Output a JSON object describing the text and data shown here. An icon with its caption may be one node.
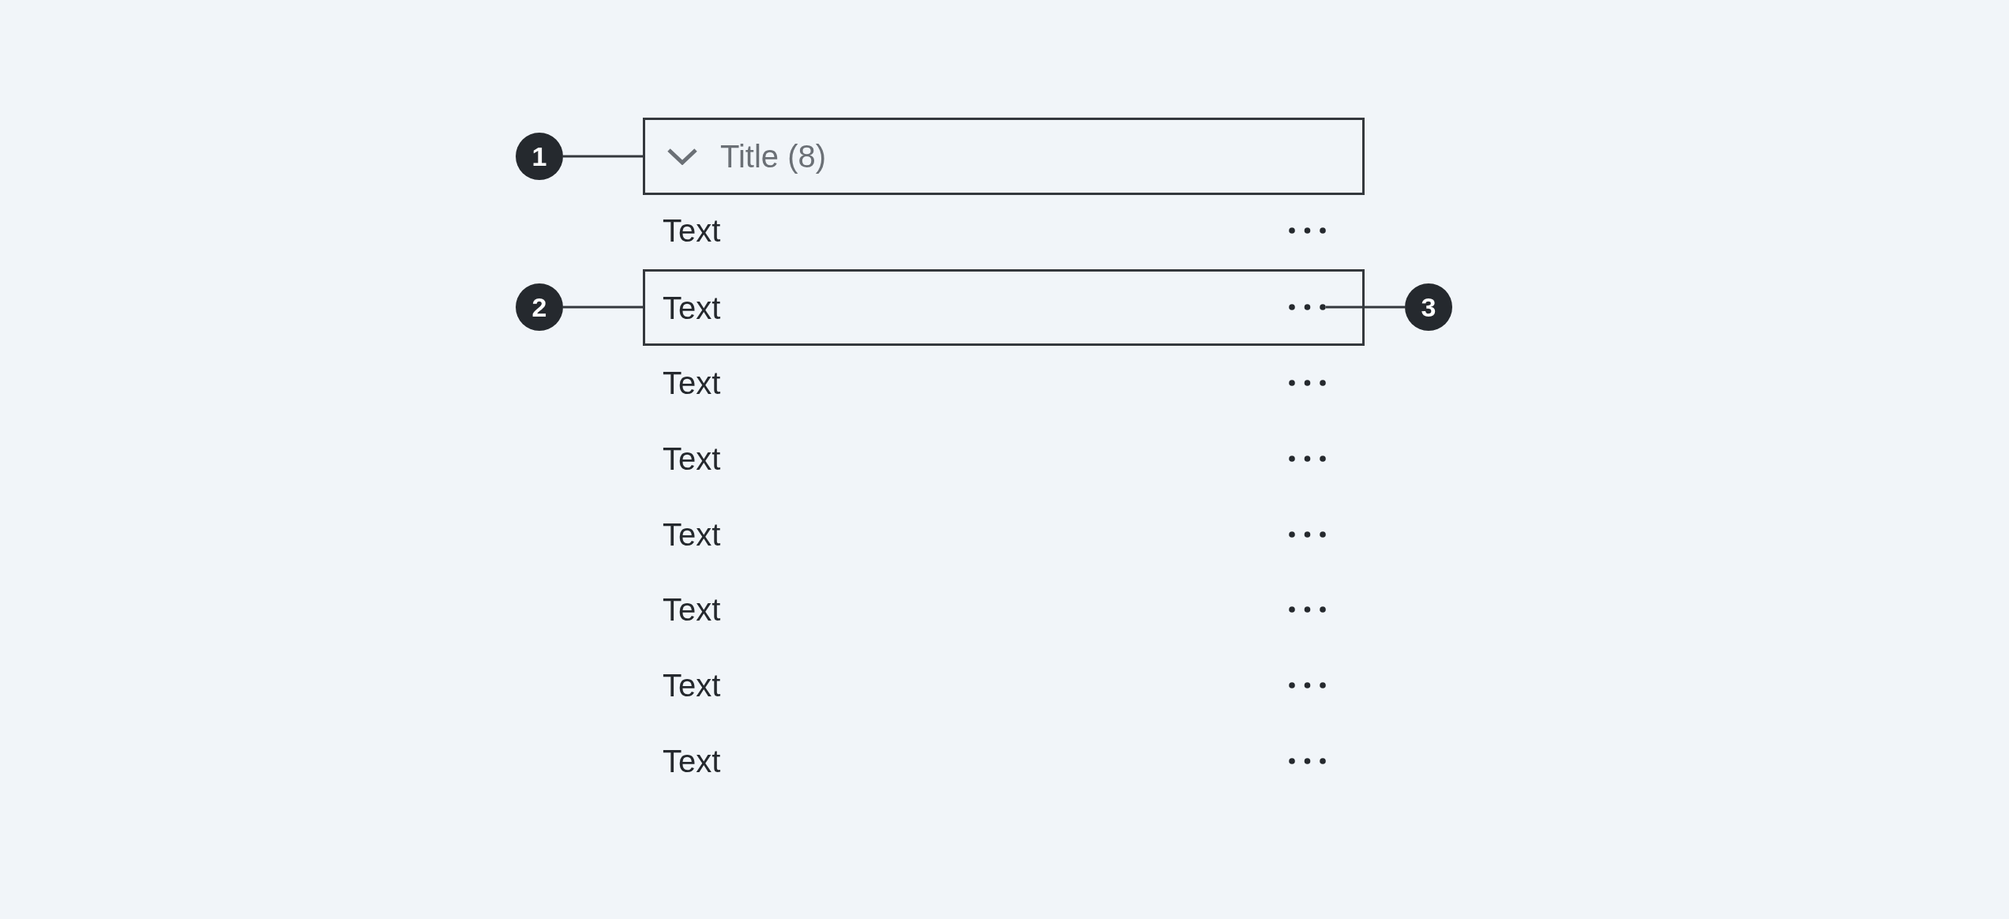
{
  "diagram": {
    "nodes": [
      {
        "text": [
          "1"
        ]
      },
      {
        "text": [
          "Title (8)"
        ]
      },
      {
        "text": [
          "2"
        ]
      },
      {
        "text": [
          "Text"
        ]
      },
      {
        "text": [],
        "shape": "dots",
        "in": 3
      },
      {
        "text": [
          "3"
        ]
      }
    ],
    "edges": [
      {
        "from": 0,
        "to": 1,
        "arrow": "none"
      },
      {
        "from": 2,
        "to": 3,
        "arrow": "none"
      },
      {
        "from": 5,
        "to": 4,
        "arrow": "none"
      }
    ],
    "labels": [
      "Text",
      "Text",
      "Text",
      "Text",
      "Text",
      "Text",
      "Text"
    ]
  }
}
